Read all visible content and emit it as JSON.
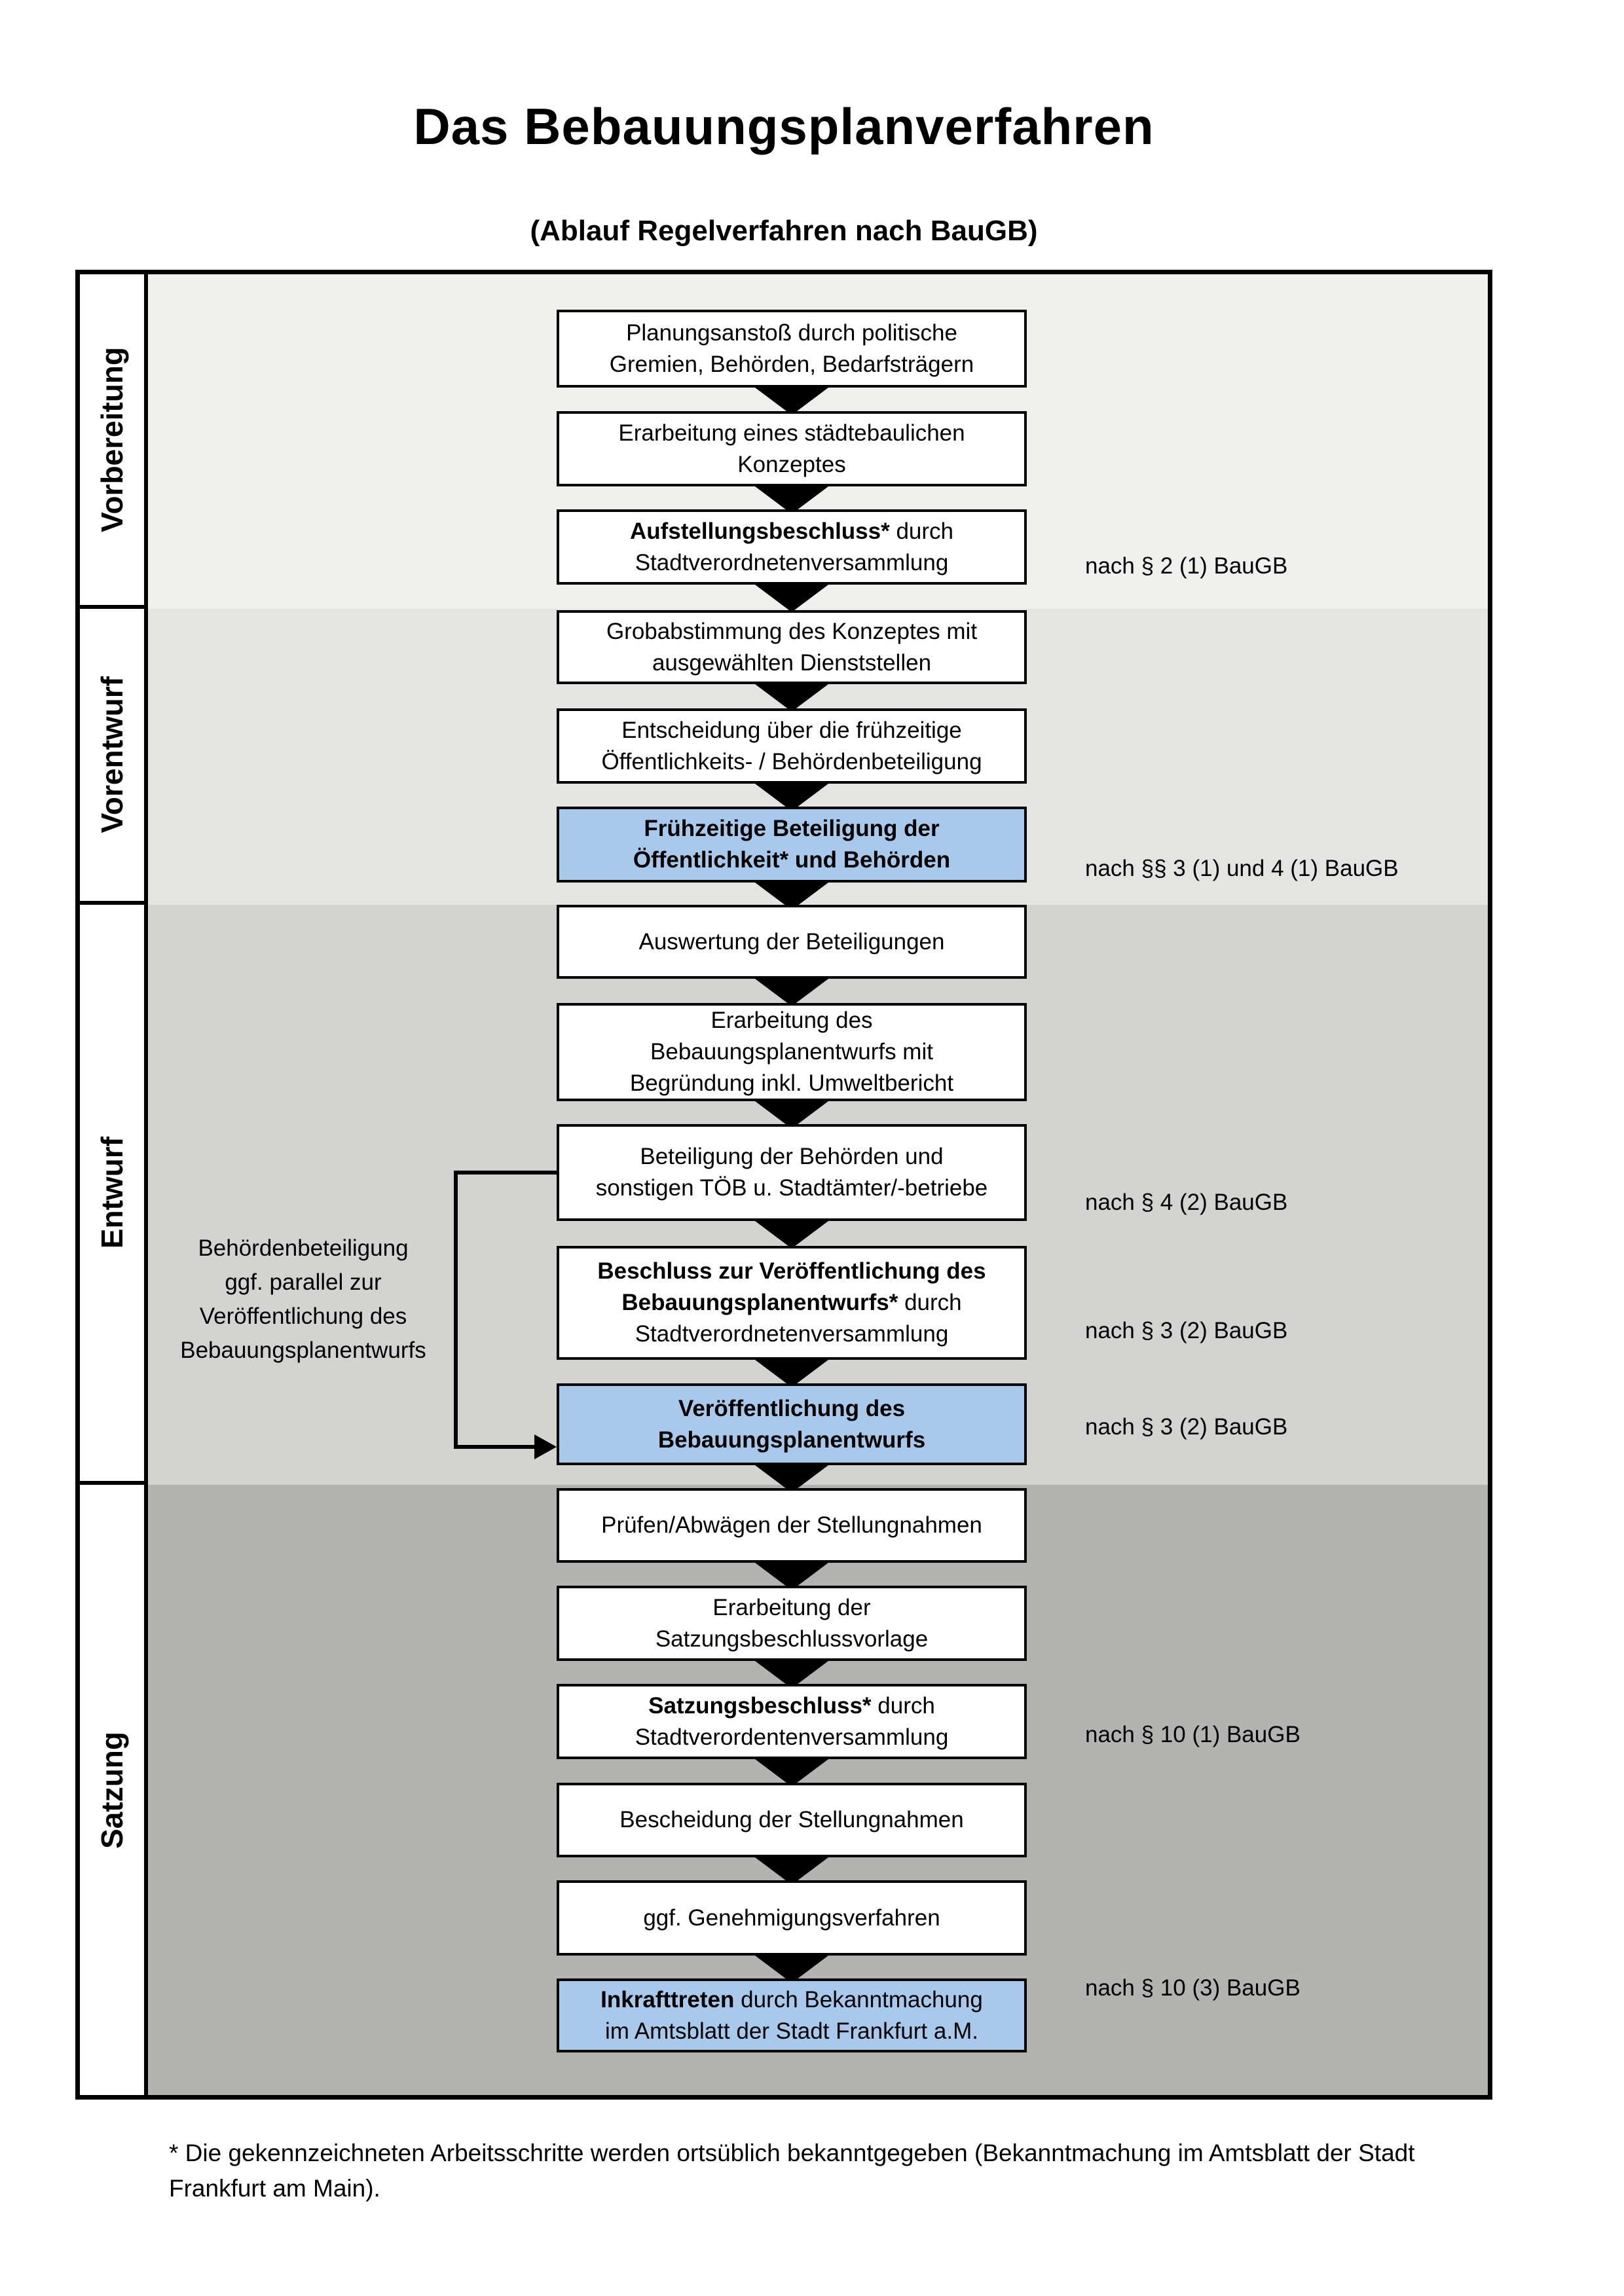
{
  "title": "Das Bebauungsplanverfahren",
  "subtitle": "(Ablauf Regelverfahren nach BauGB)",
  "colors": {
    "highlight_blue": "#a9c9ec",
    "phase_backgrounds": [
      "#f0f0ef",
      "#e4e4e3",
      "#d3d3d2",
      "#b3b3b2"
    ],
    "box_background": "#ffffff",
    "line_black": "#000000"
  },
  "phases": [
    {
      "label": "Vorbereitung"
    },
    {
      "label": "Vorentwurf"
    },
    {
      "label": "Entwurf"
    },
    {
      "label": "Satzung"
    }
  ],
  "steps": [
    {
      "bold": "",
      "rest": "Planungsanstoß durch politische\nGremien, Behörden, Bedarfsträgern"
    },
    {
      "bold": "",
      "rest": "Erarbeitung eines städtebaulichen\nKonzeptes"
    },
    {
      "bold": "Aufstellungsbeschluss*",
      "rest": " durch\nStadtverordnetenversammlung"
    },
    {
      "bold": "",
      "rest": "Grobabstimmung des Konzeptes mit\nausgewählten Dienststellen"
    },
    {
      "bold": "",
      "rest": "Entscheidung über die frühzeitige\nÖffentlichkeits- / Behördenbeteiligung"
    },
    {
      "bold": "Frühzeitige Beteiligung der\nÖffentlichkeit* und Behörden",
      "rest": ""
    },
    {
      "bold": "",
      "rest": "Auswertung der Beteiligungen"
    },
    {
      "bold": "",
      "rest": "Erarbeitung des\nBebauungsplanentwurfs mit\nBegründung inkl. Umweltbericht"
    },
    {
      "bold": "",
      "rest": "Beteiligung der Behörden und\nsonstigen TÖB u. Stadtämter/-betriebe"
    },
    {
      "bold": "Beschluss zur Veröffentlichung des\nBebauungsplanentwurfs*",
      "rest": " durch\nStadtverordnetenversammlung"
    },
    {
      "bold": "Veröffentlichung des\nBebauungsplanentwurfs",
      "rest": ""
    },
    {
      "bold": "",
      "rest": "Prüfen/Abwägen der Stellungnahmen"
    },
    {
      "bold": "",
      "rest": "Erarbeitung der\nSatzungsbeschlussvorlage"
    },
    {
      "bold": "Satzungsbeschluss*",
      "rest": " durch\nStadtverordentenversammlung"
    },
    {
      "bold": "",
      "rest": "Bescheidung der Stellungnahmen"
    },
    {
      "bold": "",
      "rest": "ggf. Genehmigungsverfahren"
    },
    {
      "bold": "Inkrafttreten",
      "rest": " durch Bekanntmachung\nim Amtsblatt der Stadt Frankfurt a.M."
    }
  ],
  "refs": [
    "nach § 2 (1) BauGB",
    "nach §§ 3 (1) und 4 (1) BauGB",
    "nach § 4 (2) BauGB",
    "nach § 3 (2) BauGB",
    "nach § 3 (2) BauGB",
    "nach § 10 (1) BauGB",
    "nach § 10 (3) BauGB"
  ],
  "annotation": "Behördenbeteiligung\nggf. parallel zur\nVeröffentlichung des\nBebauungsplanentwurfs",
  "footnote": "* Die gekennzeichneten Arbeitsschritte werden ortsüblich bekanntgegeben (Bekanntmachung im Amtsblatt  der Stadt\nFrankfurt am Main)."
}
